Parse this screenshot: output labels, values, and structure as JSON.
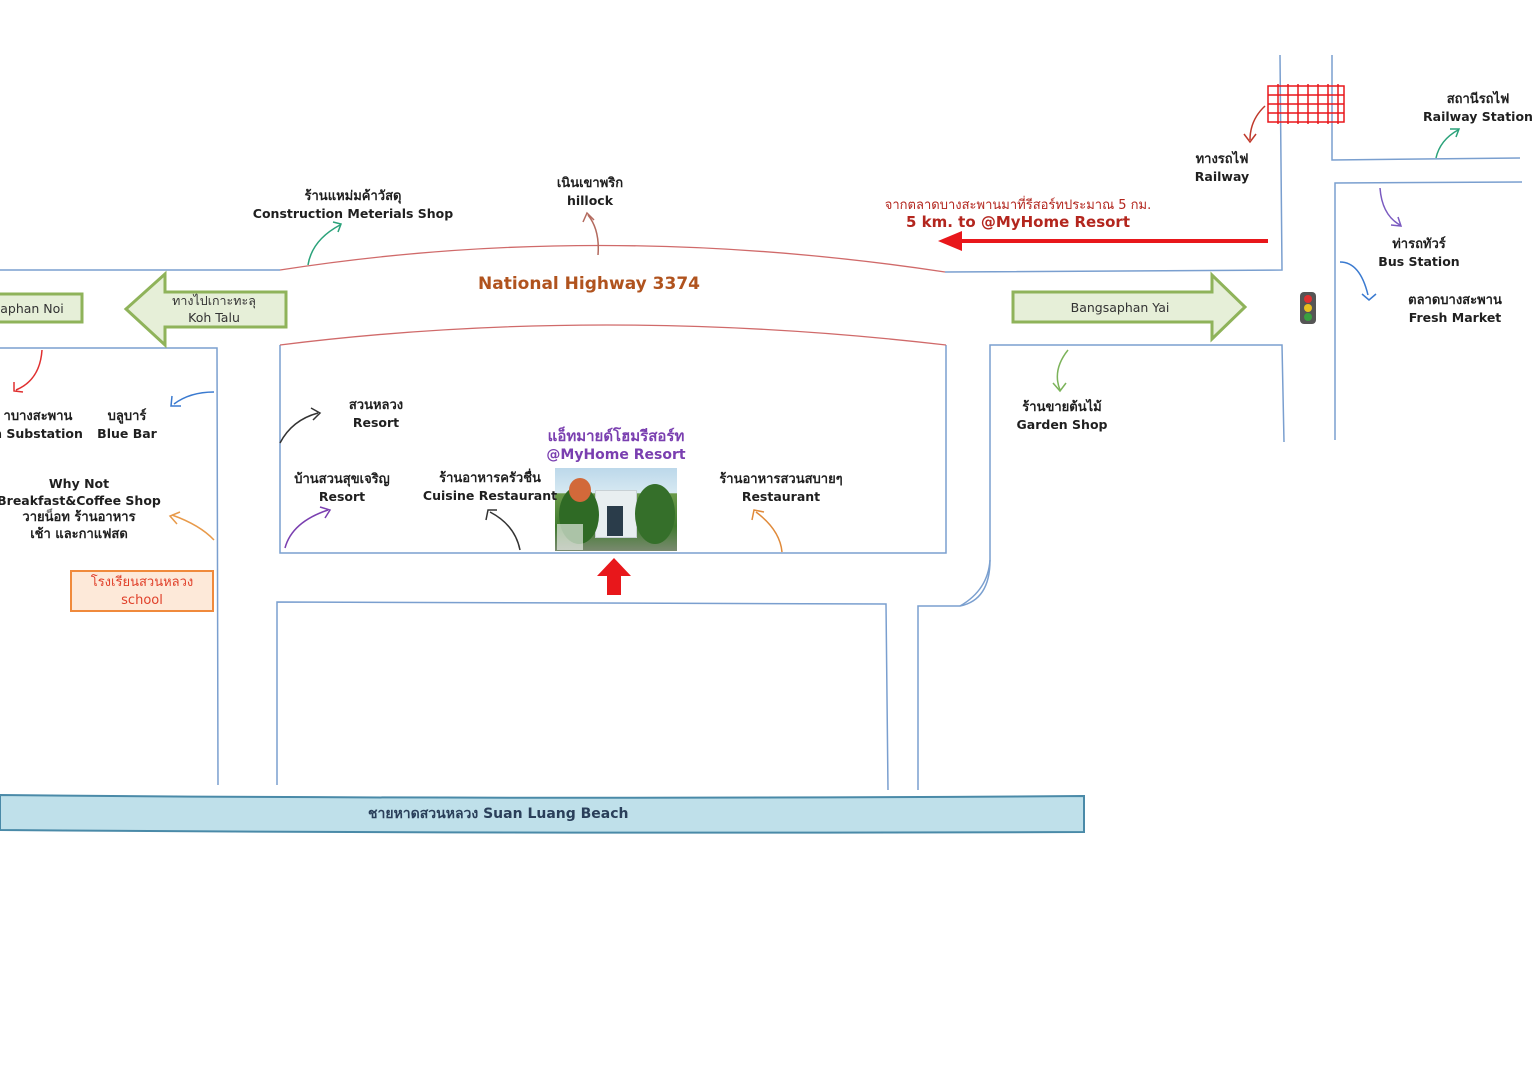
{
  "highway": {
    "name": "National Highway 3374"
  },
  "distance": {
    "thai": "จากตลาดบางสะพานมาที่รีสอร์ทประมาณ 5 กม.",
    "english": "5 km. to @MyHome Resort"
  },
  "resort": {
    "thai": "แอ็ทมายด์โฮมรีสอร์ท",
    "english": "@MyHome Resort"
  },
  "signs": {
    "left_thai": "ทางไปเกาะทะลุ",
    "left_english": "Koh Talu",
    "left_edge": "aphan Noi",
    "right": "Bangsaphan Yai"
  },
  "landmarks": {
    "construction": {
      "thai": "ร้านแหม่มค้าวัสดุ",
      "english": "Construction Meterials Shop"
    },
    "hillock": {
      "thai": "เนินเขาพริก",
      "english": "hillock"
    },
    "railway": {
      "thai": "ทางรถไฟ",
      "english": "Railway"
    },
    "railway_station": {
      "thai": "สถานีรถไฟ",
      "english": "Railway Station"
    },
    "bus_station": {
      "thai": "ท่ารถทัวร์",
      "english": "Bus Station"
    },
    "fresh_market": {
      "thai": "ตลาดบางสะพาน",
      "english": "Fresh Market"
    },
    "garden_shop": {
      "thai": "ร้านขายต้นไม้",
      "english": "Garden Shop"
    },
    "suan_luang_resort": {
      "thai": "สวนหลวง",
      "english": "Resort"
    },
    "suk_charoen_resort": {
      "thai": "บ้านสวนสุขเจริญ",
      "english": "Resort"
    },
    "cuisine_restaurant": {
      "thai": "ร้านอาหารครัวชื่น",
      "english": "Cuisine Restaurant"
    },
    "sabai_restaurant": {
      "thai": "ร้านอาหารสวนสบายๆ",
      "english": "Restaurant"
    },
    "substation": {
      "thai": "าบางสะพาน",
      "english": "n Substation"
    },
    "blue_bar": {
      "thai": "บลูบาร์",
      "english": "Blue Bar"
    },
    "why_not": {
      "line1": "Why Not",
      "line2": "Breakfast&Coffee Shop",
      "line3": "วายน็อท ร้านอาหาร",
      "line4": "เช้า และกาแฟสด"
    },
    "school": {
      "thai": "โรงเรียนสวนหลวง",
      "english": "school"
    }
  },
  "beach": {
    "name": "ชายหาดสวนหลวง Suan Luang Beach"
  },
  "colors": {
    "road": "#7a9fcf",
    "curb": "#d06a6a",
    "sign_fill": "#e6efd8",
    "sign_border": "#8fb35a",
    "beach_fill": "#bfe0ea",
    "red_arrow": "#e8171b"
  }
}
